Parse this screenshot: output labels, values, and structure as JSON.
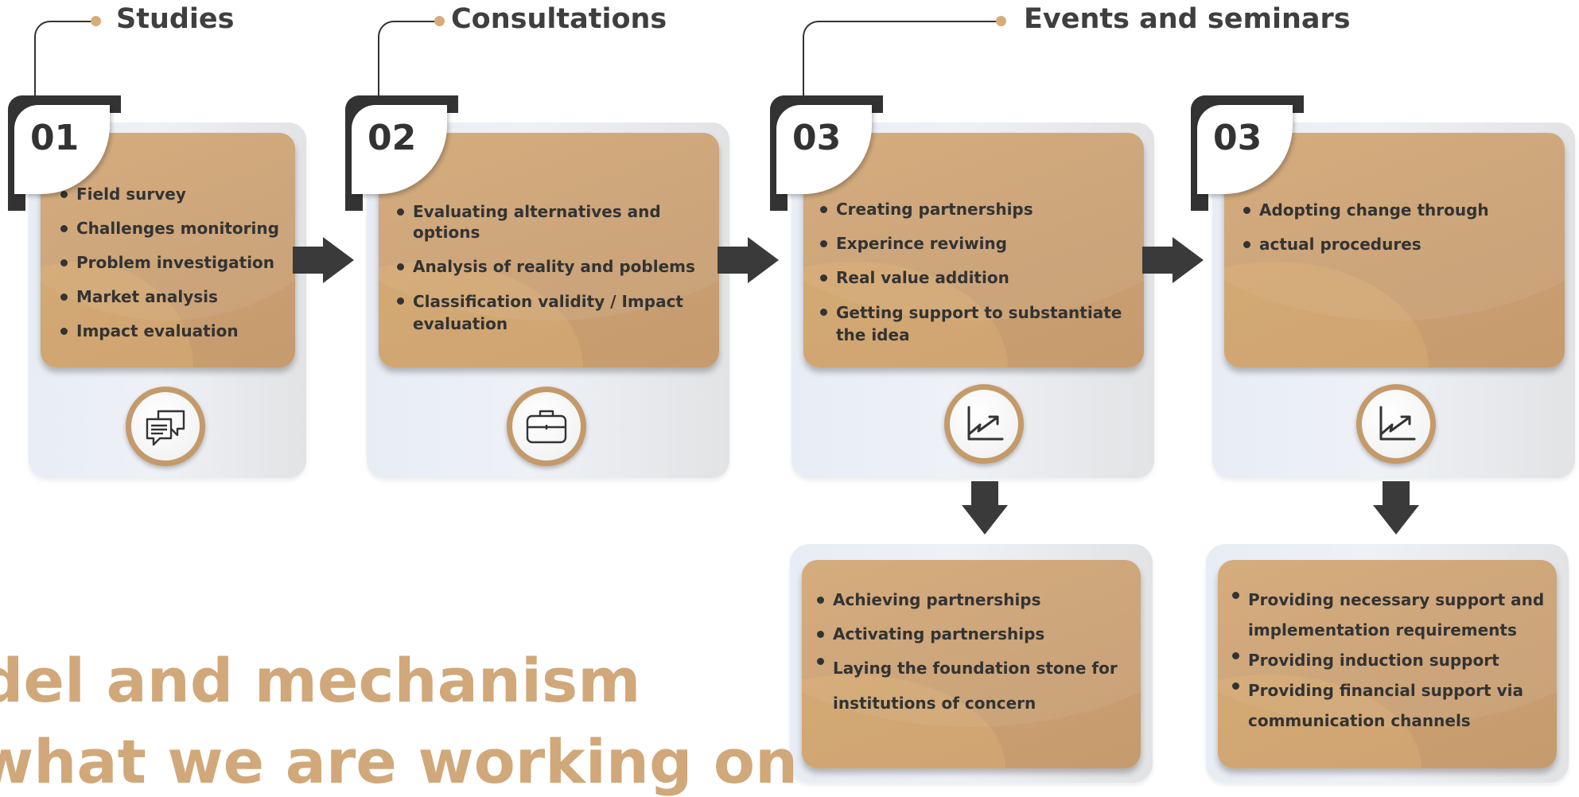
{
  "headings": {
    "studies": "Studies",
    "consultations": "Consultations",
    "events": "Events and seminars"
  },
  "steps": [
    {
      "number": "01",
      "icon": "chat-bubbles-icon",
      "items": [
        "Field survey",
        "Challenges monitoring",
        "Problem investigation",
        "Market analysis",
        "Impact evaluation"
      ]
    },
    {
      "number": "02",
      "icon": "briefcase-icon",
      "items": [
        "Evaluating alternatives and options",
        "Analysis of reality and poblems",
        "Classification validity / Impact evaluation"
      ]
    },
    {
      "number": "03",
      "icon": "growth-chart-icon",
      "items": [
        "Creating partnerships",
        "Experince reviwing",
        "Real value addition",
        "Getting support to substantiate the idea"
      ]
    },
    {
      "number": "03",
      "icon": "growth-chart-icon",
      "items": [
        "Adopting change through",
        "actual procedures"
      ]
    }
  ],
  "outcomes": [
    {
      "items": [
        "Achieving partnerships",
        "Activating partnerships",
        "Laying the foundation stone for institutions of concern"
      ]
    },
    {
      "items": [
        "Providing necessary support and implementation requirements",
        "Providing induction support",
        "Providing financial support via communication channels"
      ]
    }
  ],
  "title": {
    "line1": "del and mechanism",
    "line2": "what we are working on"
  },
  "colors": {
    "accent": "#d1a87a",
    "card": "#c99f72",
    "dark": "#333333"
  }
}
